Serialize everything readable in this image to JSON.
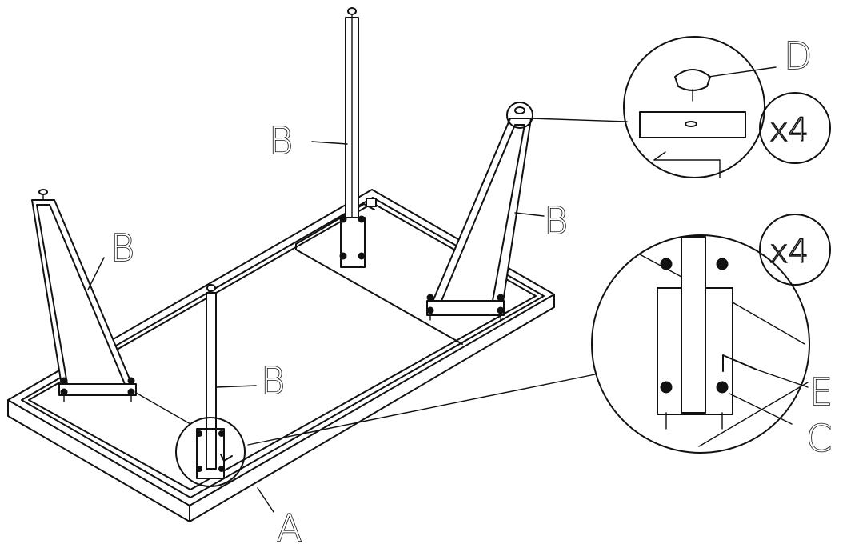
{
  "labels": {
    "part_a": "A",
    "part_b": "B",
    "part_c": "C",
    "part_d": "D",
    "part_e": "E"
  },
  "quantities": {
    "cap_detail": "x4",
    "leg_detail": "x4"
  },
  "colors": {
    "line": "#111111",
    "background": "#ffffff"
  }
}
